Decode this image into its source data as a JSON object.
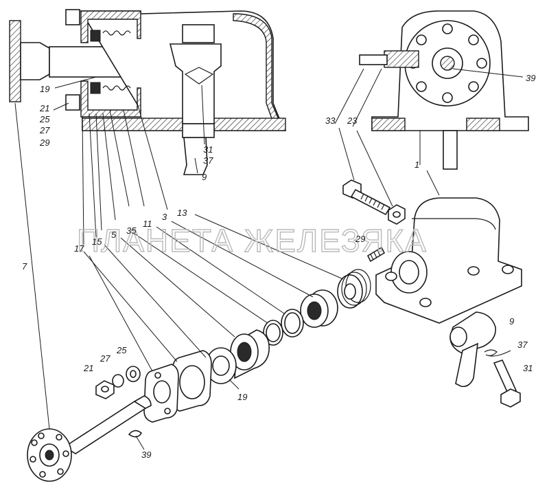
{
  "watermark": "ПЛАНЕТА ЖЕЛЕЗЯКА",
  "colors": {
    "ink": "#1a1a1a",
    "watermark": "#b9b9b9",
    "background": "#ffffff"
  },
  "callouts": [
    {
      "id": "c19a",
      "text": "19"
    },
    {
      "id": "c21a",
      "text": "21"
    },
    {
      "id": "c25a",
      "text": "25"
    },
    {
      "id": "c27a",
      "text": "27"
    },
    {
      "id": "c29a",
      "text": "29"
    },
    {
      "id": "c31a",
      "text": "31"
    },
    {
      "id": "c37a",
      "text": "37"
    },
    {
      "id": "c9a",
      "text": "9"
    },
    {
      "id": "c39a",
      "text": "39"
    },
    {
      "id": "c33",
      "text": "33"
    },
    {
      "id": "c23",
      "text": "23"
    },
    {
      "id": "c1",
      "text": "1"
    },
    {
      "id": "c13",
      "text": "13"
    },
    {
      "id": "c3",
      "text": "3"
    },
    {
      "id": "c11",
      "text": "11"
    },
    {
      "id": "c35",
      "text": "35"
    },
    {
      "id": "c5",
      "text": "5"
    },
    {
      "id": "c15",
      "text": "15"
    },
    {
      "id": "c17",
      "text": "17"
    },
    {
      "id": "c7",
      "text": "7"
    },
    {
      "id": "c29b",
      "text": "29"
    },
    {
      "id": "c9b",
      "text": "9"
    },
    {
      "id": "c37b",
      "text": "37"
    },
    {
      "id": "c31b",
      "text": "31"
    },
    {
      "id": "c21b",
      "text": "21"
    },
    {
      "id": "c27b",
      "text": "27"
    },
    {
      "id": "c25b",
      "text": "25"
    },
    {
      "id": "c19b",
      "text": "19"
    },
    {
      "id": "c39b",
      "text": "39"
    }
  ]
}
